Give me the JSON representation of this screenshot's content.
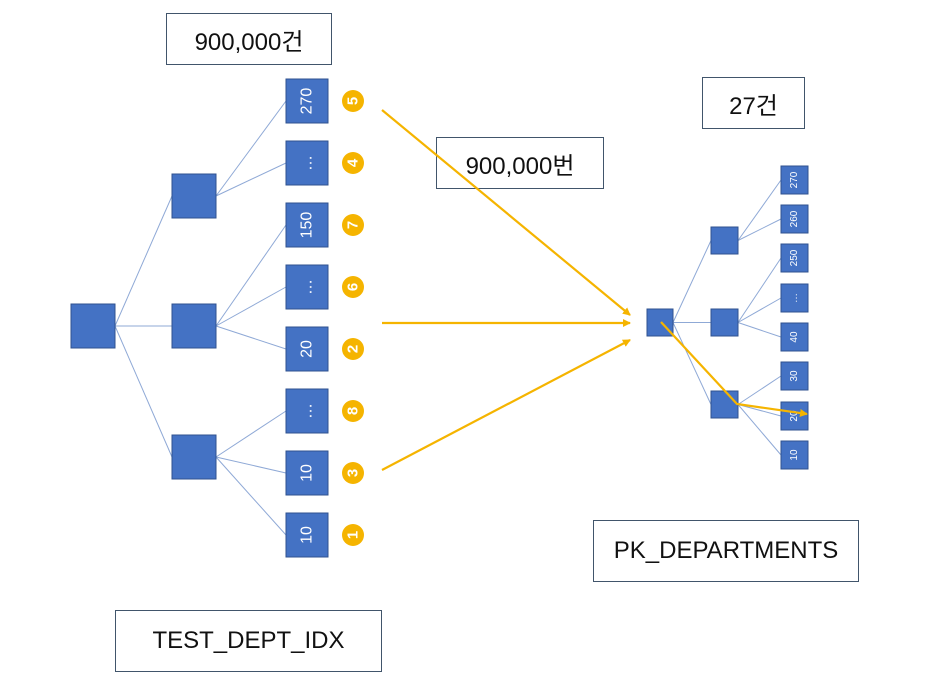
{
  "labels": {
    "left_count": "900,000건",
    "access_count": "900,000번",
    "right_count": "27건",
    "left_index_name": "TEST_DEPT_IDX",
    "right_index_name": "PK_DEPARTMENTS"
  },
  "left_leaves": [
    {
      "value": "270",
      "order": "5"
    },
    {
      "value": "…",
      "order": "4"
    },
    {
      "value": "150",
      "order": "7"
    },
    {
      "value": "…",
      "order": "6"
    },
    {
      "value": "20",
      "order": "2"
    },
    {
      "value": "…",
      "order": "8"
    },
    {
      "value": "10",
      "order": "3"
    },
    {
      "value": "10",
      "order": "1"
    }
  ],
  "right_leaves": [
    "270",
    "260",
    "250",
    "…",
    "40",
    "30",
    "20",
    "10"
  ],
  "colors": {
    "node": "#4472c4",
    "edge": "#8fa9d6",
    "arrow": "#f5b400",
    "badge": "#f5b400"
  }
}
